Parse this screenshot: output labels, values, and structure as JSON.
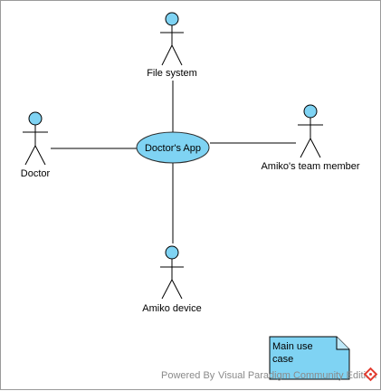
{
  "diagram": {
    "use_case": {
      "name": "Doctor's App",
      "fill": "#7fd3f3",
      "stroke": "#2b2b2b"
    },
    "actors": [
      {
        "id": "file-system",
        "name": "File system"
      },
      {
        "id": "doctor",
        "name": "Doctor"
      },
      {
        "id": "team-member",
        "name": "Amiko's team member"
      },
      {
        "id": "amiko-device",
        "name": "Amiko device"
      }
    ],
    "actor_color": "#7fd3f3",
    "note": {
      "line1": "Main use",
      "line2": "case",
      "fill": "#7fd3f3"
    },
    "watermark": {
      "prefix": "Powered By",
      "suffix": "Visual Paradigm Community Edition",
      "logo_color": "#e23a2e"
    }
  }
}
